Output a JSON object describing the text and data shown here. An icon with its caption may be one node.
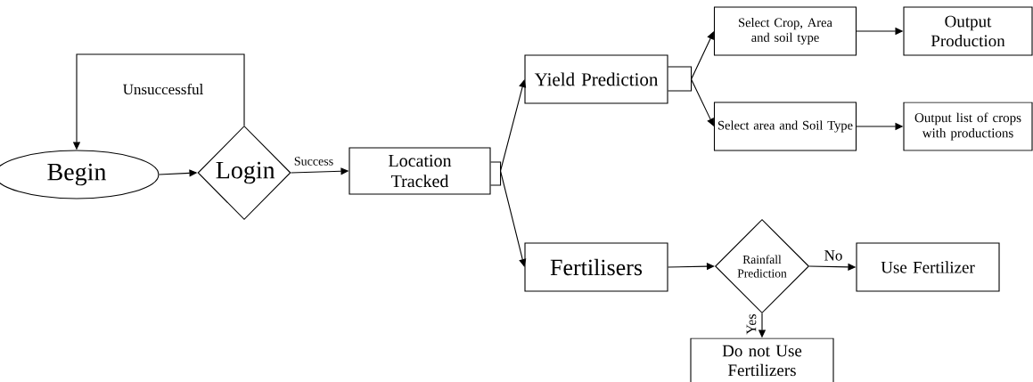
{
  "diagram": {
    "nodes": [
      {
        "text": [
          "Begin"
        ]
      },
      {
        "text": [
          "Login"
        ]
      },
      {
        "text": [
          "Location Tracked"
        ]
      },
      {
        "text": [
          "Yield Prediction"
        ]
      },
      {
        "text": [
          "Select Crop, Area and soil type"
        ]
      },
      {
        "text": [
          "Output Production"
        ]
      },
      {
        "text": [
          "Select area and Soil Type"
        ]
      },
      {
        "text": [
          "Output list of crops with productions"
        ]
      },
      {
        "text": [
          "Fertilisers"
        ]
      },
      {
        "text": [
          "Rainfall Prediction"
        ]
      },
      {
        "text": [
          "Use Fertilizer"
        ]
      },
      {
        "text": [
          "Do not Use Fertilizers"
        ]
      }
    ],
    "edges": [
      {
        "from": 0,
        "to": 1,
        "arrow": "to"
      },
      {
        "from": 1,
        "to": 0,
        "arrow": "to",
        "label": "Unsuccessful"
      },
      {
        "from": 1,
        "to": 2,
        "arrow": "to",
        "label": "Success"
      },
      {
        "from": 2,
        "to": 3,
        "arrow": "to"
      },
      {
        "from": 2,
        "to": 8,
        "arrow": "to"
      },
      {
        "from": 3,
        "to": 4,
        "arrow": "to"
      },
      {
        "from": 3,
        "to": 6,
        "arrow": "to"
      },
      {
        "from": 4,
        "to": 5,
        "arrow": "to"
      },
      {
        "from": 6,
        "to": 7,
        "arrow": "to"
      },
      {
        "from": 8,
        "to": 9,
        "arrow": "to"
      },
      {
        "from": 9,
        "to": 10,
        "arrow": "to",
        "label": "No"
      },
      {
        "from": 9,
        "to": 11,
        "arrow": "to",
        "label": "Yes"
      }
    ]
  }
}
